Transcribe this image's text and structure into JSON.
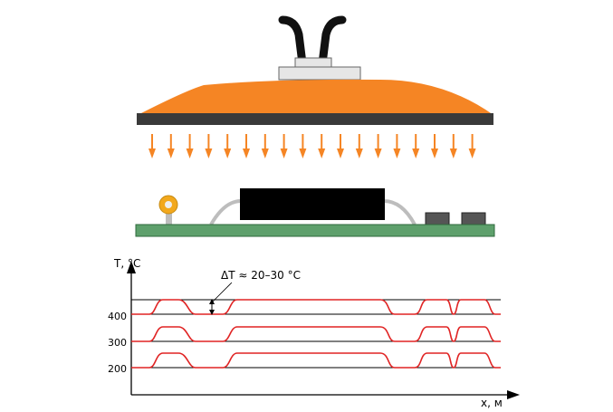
{
  "labels": {
    "y_axis": "T, °C",
    "x_axis": "x, м",
    "delta_annotation": "ΔT ≈ 20–30 °C"
  },
  "y_ticks": [
    "400",
    "300",
    "200"
  ],
  "colors": {
    "heater_body": "#f58524",
    "heater_plate": "#3a3a3a",
    "nozzle": "#e6e6e6",
    "hose": "#111111",
    "arrow": "#f58524",
    "pcb": "#5ea06c",
    "chip": "#000000",
    "lead": "#bdbdbd",
    "small_component": "#555555",
    "sensor_ring": "#f2a81d",
    "profile_line": "#e02424",
    "reference_line": "#000000"
  },
  "icons": {
    "hose": "hose-icon",
    "sensor": "thermocouple-icon"
  }
}
